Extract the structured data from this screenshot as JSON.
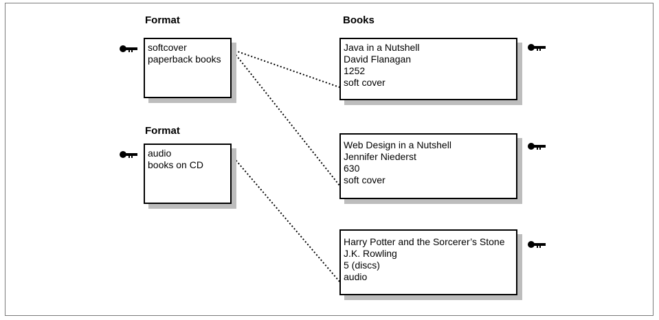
{
  "formats": [
    {
      "title": "Format",
      "fields": [
        "softcover",
        "paperback books"
      ]
    },
    {
      "title": "Format",
      "fields": [
        "audio",
        "books on CD"
      ]
    }
  ],
  "books_title": "Books",
  "books": [
    {
      "fields": [
        "Java in a Nutshell",
        "David Flanagan",
        "1252",
        "soft cover"
      ]
    },
    {
      "fields": [
        "Web Design in a Nutshell",
        "Jennifer Niederst",
        "630",
        "soft cover"
      ]
    },
    {
      "fields": [
        "Harry Potter and the Sorcerer’s Stone",
        "J.K. Rowling",
        "5 (discs)",
        "audio"
      ]
    }
  ],
  "relationships": [
    {
      "from": "format-0",
      "to": "book-0",
      "style": "dotted"
    },
    {
      "from": "format-0",
      "to": "book-1",
      "style": "dotted"
    },
    {
      "from": "format-1",
      "to": "book-2",
      "style": "dotted"
    }
  ],
  "icons": {
    "primary_key": "key-icon"
  }
}
